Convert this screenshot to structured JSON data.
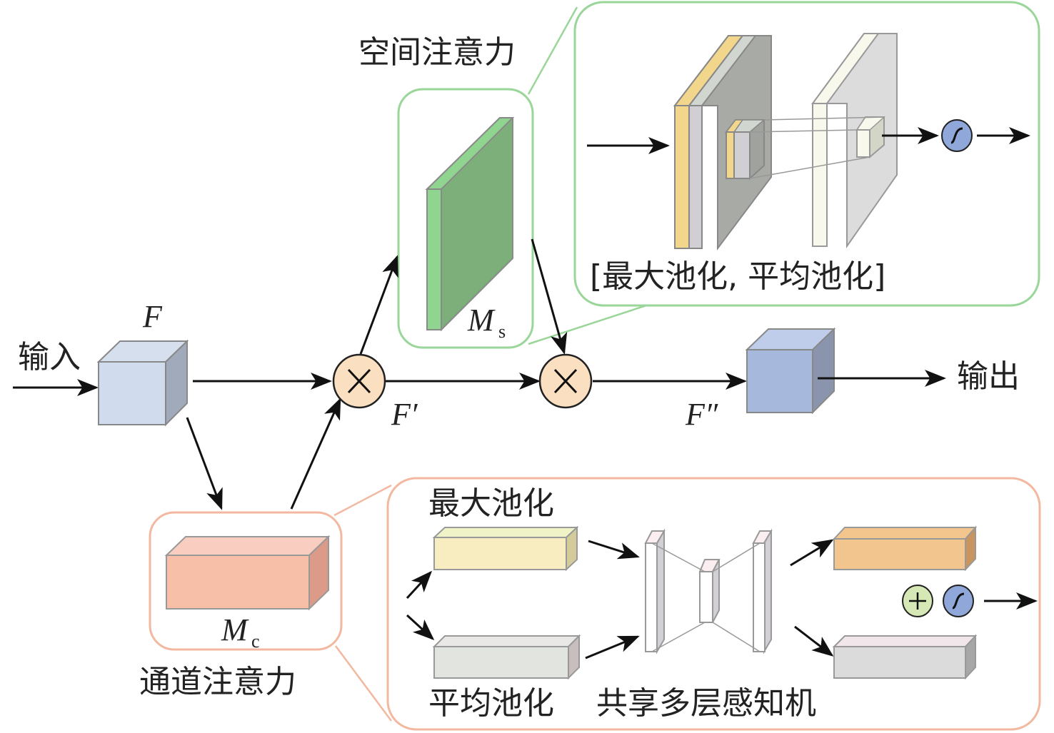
{
  "labels": {
    "input": "输入",
    "output": "输出",
    "F": "F",
    "F_prime": "F′",
    "F_double_prime": "F″",
    "Ms_main": "M",
    "Ms_sub": "s",
    "Mc_main": "M",
    "Mc_sub": "c",
    "spatial_attention": "空间注意力",
    "channel_attention": "通道注意力",
    "spatial_pool_label": "[最大池化, 平均池化]",
    "max_pool": "最大池化",
    "avg_pool": "平均池化",
    "shared_mlp": "共享多层感知机"
  },
  "colors": {
    "spatial_border": "#9ad69a",
    "channel_border": "#f2b9a0",
    "input_cube": "#d0dcee",
    "output_cube": "#a6b9dc",
    "ms_map": "#7caf7a",
    "mc_block": "#f7bfa8",
    "multiply_node": "#fbdfc1",
    "sigmoid_node": "#8fa7d9",
    "add_node": "#d5e8b5"
  }
}
